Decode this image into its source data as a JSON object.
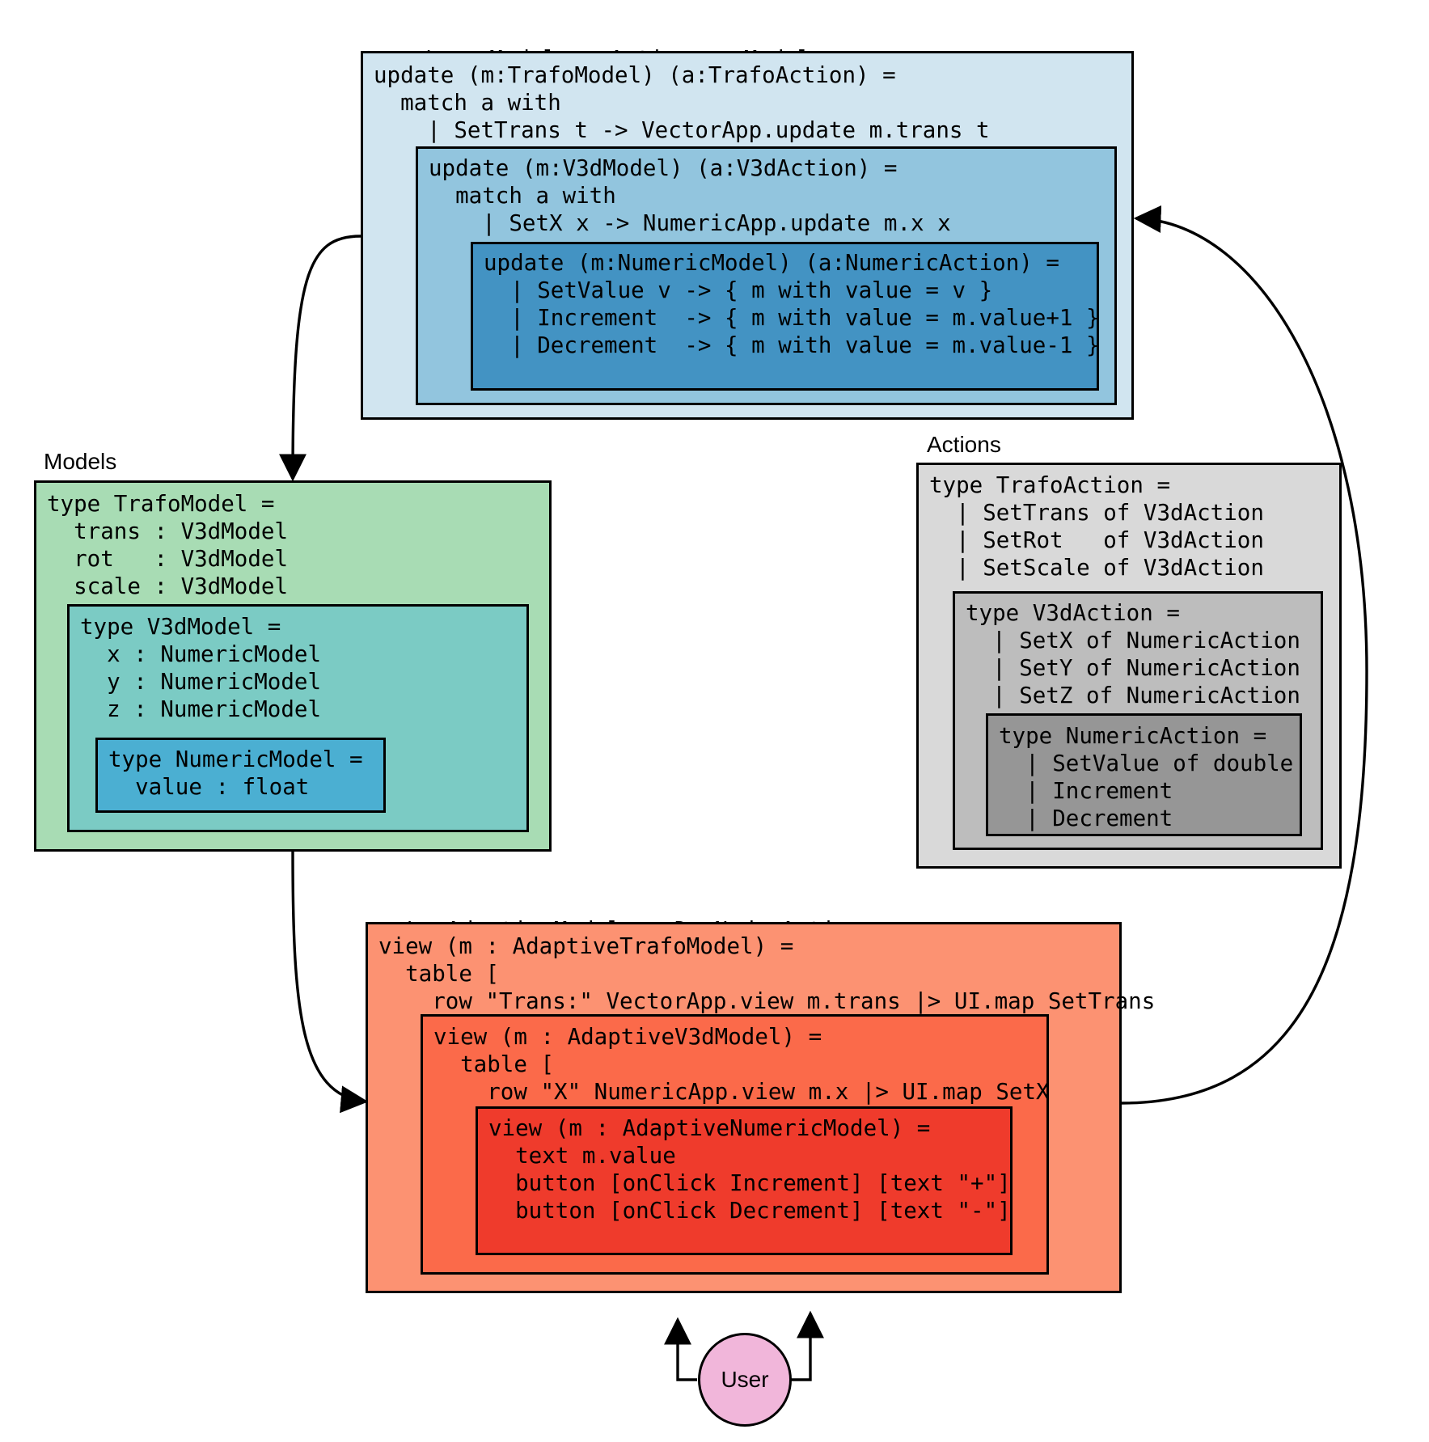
{
  "update": {
    "title_prefix": "update",
    "title_sig": ": Model -> Action -> Model",
    "outer_code": "update (m:TrafoModel) (a:TrafoAction) =\n  match a with\n    | SetTrans t -> VectorApp.update m.trans t",
    "middle_code": "update (m:V3dModel) (a:V3dAction) =\n  match a with\n    | SetX x -> NumericApp.update m.x x",
    "inner_code": "update (m:NumericModel) (a:NumericAction) =\n  | SetValue v -> { m with value = v }\n  | Increment  -> { m with value = m.value+1 }\n  | Decrement  -> { m with value = m.value-1 }",
    "colors": [
      "#d1e5f0",
      "#92c5de",
      "#4393c3"
    ]
  },
  "models": {
    "title": "Models",
    "outer_code": "type TrafoModel =\n  trans : V3dModel\n  rot   : V3dModel\n  scale : V3dModel",
    "middle_code": "type V3dModel =\n  x : NumericModel\n  y : NumericModel\n  z : NumericModel",
    "inner_code": "type NumericModel =\n  value : float",
    "colors": [
      "#a8dcb4",
      "#7bcbc4",
      "#4bafd2"
    ]
  },
  "actions": {
    "title": "Actions",
    "outer_code": "type TrafoAction =\n  | SetTrans of V3dAction\n  | SetRot   of V3dAction\n  | SetScale of V3dAction",
    "middle_code": "type V3dAction =\n  | SetX of NumericAction\n  | SetY of NumericAction\n  | SetZ of NumericAction",
    "inner_code": "type NumericAction =\n  | SetValue of double\n  | Increment\n  | Decrement",
    "colors": [
      "#d9d9d9",
      "#bdbdbd",
      "#969696"
    ]
  },
  "view": {
    "title_prefix": "view",
    "title_sig": "AdaptiveModel -> DomNode<Action>",
    "outer_code": "view (m : AdaptiveTrafoModel) =\n  table [\n    row \"Trans:\" VectorApp.view m.trans |> UI.map SetTrans",
    "middle_code": "view (m : AdaptiveV3dModel) =\n  table [\n    row \"X\" NumericApp.view m.x |> UI.map SetX",
    "inner_code": "view (m : AdaptiveNumericModel) =\n  text m.value\n  button [onClick Increment] [text \"+\"]\n  button [onClick Decrement] [text \"-\"]",
    "colors": [
      "#fc9272",
      "#fb6a4a",
      "#ef3b2c"
    ]
  },
  "user": {
    "label": "User",
    "color": "#f1b6da"
  }
}
